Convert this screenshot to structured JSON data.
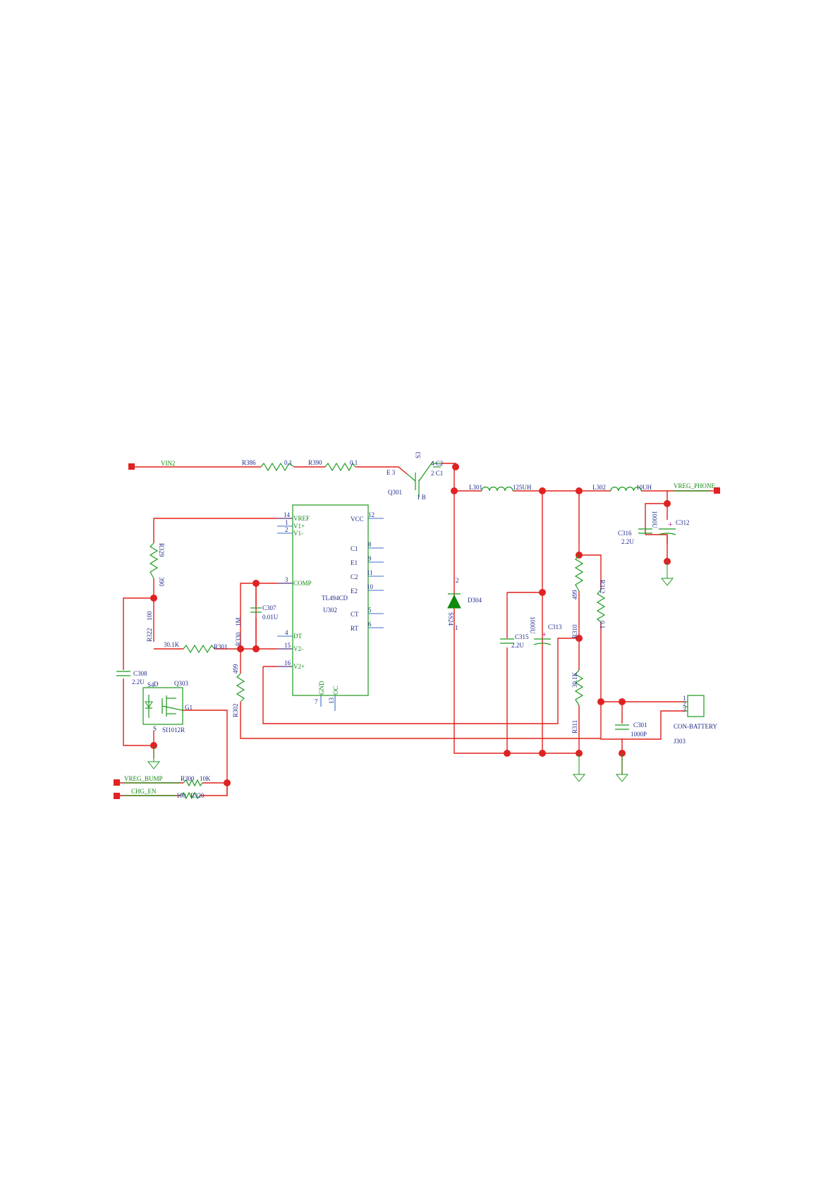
{
  "nets": {
    "vin": "VIN2",
    "vreg_phone": "VREG_PHONE",
    "vreg_bump": "VREG_BUMP",
    "chg_en": "CHG_EN"
  },
  "ic": {
    "designator": "U302",
    "part": "TL494CD",
    "pins_left": [
      {
        "num": "14",
        "name": "VREF"
      },
      {
        "num": "1",
        "name": "V1+"
      },
      {
        "num": "2",
        "name": "V1-"
      },
      {
        "num": "3",
        "name": "COMP"
      },
      {
        "num": "4",
        "name": "DT"
      },
      {
        "num": "15",
        "name": "V2-"
      },
      {
        "num": "16",
        "name": "V2+"
      }
    ],
    "pins_right": [
      {
        "num": "12",
        "name": "VCC"
      },
      {
        "num": "8",
        "name": "C1"
      },
      {
        "num": "9",
        "name": "E1"
      },
      {
        "num": "11",
        "name": "C2"
      },
      {
        "num": "10",
        "name": "E2"
      },
      {
        "num": "5",
        "name": "CT"
      },
      {
        "num": "6",
        "name": "RT"
      }
    ],
    "pins_bottom": [
      {
        "num": "7",
        "name": "GND"
      },
      {
        "num": "13",
        "name": "OC"
      }
    ]
  },
  "components": {
    "r386": {
      "ref": "R386",
      "value": "0.1"
    },
    "r390": {
      "ref": "R390",
      "value": "0.1"
    },
    "q301": {
      "ref": "Q301",
      "e": "E 3",
      "b": "1 B",
      "c2": "4 C2",
      "c1": "2 C1",
      "s3": "S3"
    },
    "l301": {
      "ref": "L301",
      "value": "125UH"
    },
    "l302": {
      "ref": "L302",
      "value": "10UH"
    },
    "c316": {
      "ref": "C316",
      "value": "2.2U"
    },
    "c312": {
      "ref": "C312",
      "value": "1000U"
    },
    "r329": {
      "ref": "R329",
      "value": "390"
    },
    "r322": {
      "ref": "R322",
      "value": "100"
    },
    "r301": {
      "ref": "R301",
      "value": "30.1K"
    },
    "r330": {
      "ref": "R330",
      "value": "1M"
    },
    "c307": {
      "ref": "C307",
      "value": "0.01U"
    },
    "r302": {
      "ref": "R302",
      "value": "499"
    },
    "c308": {
      "ref": "C308",
      "value": "2.2U"
    },
    "q303": {
      "ref": "Q303",
      "part": "SI1012R",
      "d": "D",
      "s": "S",
      "g": "G1",
      "s4": "S4"
    },
    "r300": {
      "ref": "R300",
      "value": "10K"
    },
    "r320": {
      "ref": "R320",
      "value": "100"
    },
    "d304": {
      "ref": "D304",
      "part": "SS24",
      "pin1": "1",
      "pin2": "2"
    },
    "c315": {
      "ref": "C315",
      "value": "2.2U"
    },
    "c313": {
      "ref": "C313",
      "value": "1000U"
    },
    "r310": {
      "ref": "R310",
      "value": "499"
    },
    "r311": {
      "ref": "R311",
      "value": "30.1K"
    },
    "r312": {
      "ref": "R312",
      "value": "0.1"
    },
    "c301": {
      "ref": "C301",
      "value": "1000P"
    },
    "j303": {
      "ref": "J303",
      "part": "CON-BATTERY",
      "pins": [
        "1",
        "2",
        "3"
      ]
    }
  },
  "colors": {
    "wire": "#e0201a",
    "part": "#1a9a1a",
    "pin": "#3c6cc8",
    "label": "#1f2a8a",
    "net_label": "#138a13"
  }
}
